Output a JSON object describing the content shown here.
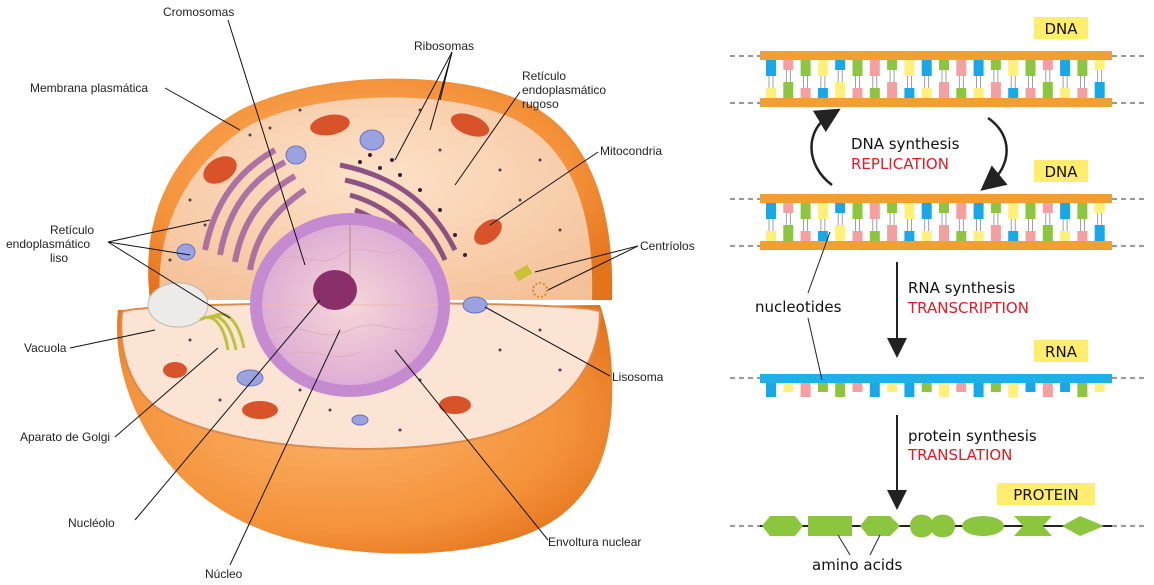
{
  "cell": {
    "labels": {
      "cromosomas": "Cromosomas",
      "ribosomas": "Ribosomas",
      "membrana": "Membrana plasmática",
      "rer": [
        "Retículo",
        "endoplasmático",
        "rugoso"
      ],
      "mitocondria": "Mitocondria",
      "ser": [
        "Retículo",
        "endoplasmático",
        "liso"
      ],
      "centriolos": "Centríolos",
      "vacuola": "Vacuola",
      "lisosoma": "Lisosoma",
      "golgi": "Aparato de Golgi",
      "nucleolo": "Nucléolo",
      "envoltura": "Envoltura nuclear",
      "nucleo": "Núcleo"
    }
  },
  "dogma": {
    "tags": {
      "dna1": "DNA",
      "dna2": "DNA",
      "rna": "RNA",
      "protein": "PROTEIN"
    },
    "replication": {
      "title": "DNA synthesis",
      "subtitle": "REPLICATION"
    },
    "transcription": {
      "title": "RNA synthesis",
      "subtitle": "TRANSCRIPTION"
    },
    "translation": {
      "title": "protein synthesis",
      "subtitle": "TRANSLATION"
    },
    "nucleotides": "nucleotides",
    "amino_acids": "amino acids"
  },
  "colors": {
    "strand": "#f0a030",
    "rna_strand": "#20b0e8",
    "tag_fill": "#ffee6e",
    "base_blue": "#18a8e8",
    "base_green": "#8cc63f",
    "base_pink": "#f4a0a0",
    "base_yellow": "#fff07a",
    "amino": "#8cc63f",
    "accent_red": "#e01b24"
  }
}
